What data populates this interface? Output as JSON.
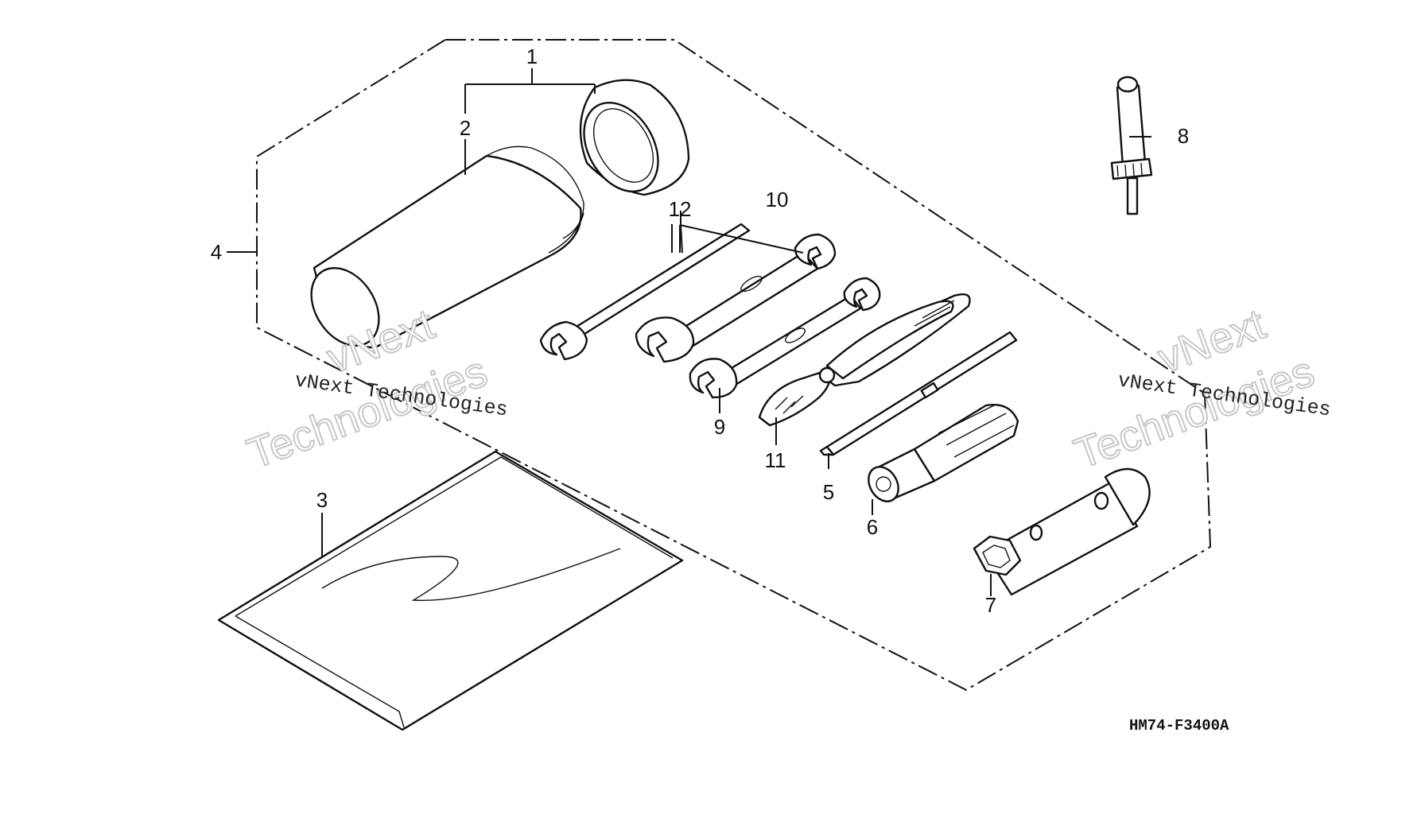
{
  "diagram": {
    "drawing_code": "HM74-F3400A",
    "watermark_small": "vNext Technologies",
    "watermark_big_line1": "vNext",
    "watermark_big_line2": "Technologies",
    "callouts": {
      "c1": "1",
      "c2": "2",
      "c3": "3",
      "c4": "4",
      "c5": "5",
      "c6": "6",
      "c7": "7",
      "c8": "8",
      "c9": "9",
      "c10": "10",
      "c11": "11",
      "c12": "12"
    },
    "parts": [
      {
        "ref": "1",
        "item": "tool-case-set"
      },
      {
        "ref": "2",
        "item": "tool-case-cylinder"
      },
      {
        "ref": "3",
        "item": "owners-manual-bag"
      },
      {
        "ref": "4",
        "item": "tool-kit-assembly"
      },
      {
        "ref": "5",
        "item": "screwdriver-bit"
      },
      {
        "ref": "6",
        "item": "screwdriver-handle"
      },
      {
        "ref": "7",
        "item": "box-spanner"
      },
      {
        "ref": "8",
        "item": "tool"
      },
      {
        "ref": "9",
        "item": "open-end-wrench"
      },
      {
        "ref": "10",
        "item": "open-end-wrench"
      },
      {
        "ref": "11",
        "item": "pliers"
      },
      {
        "ref": "12",
        "item": "tommy-bar-wrench"
      }
    ]
  }
}
